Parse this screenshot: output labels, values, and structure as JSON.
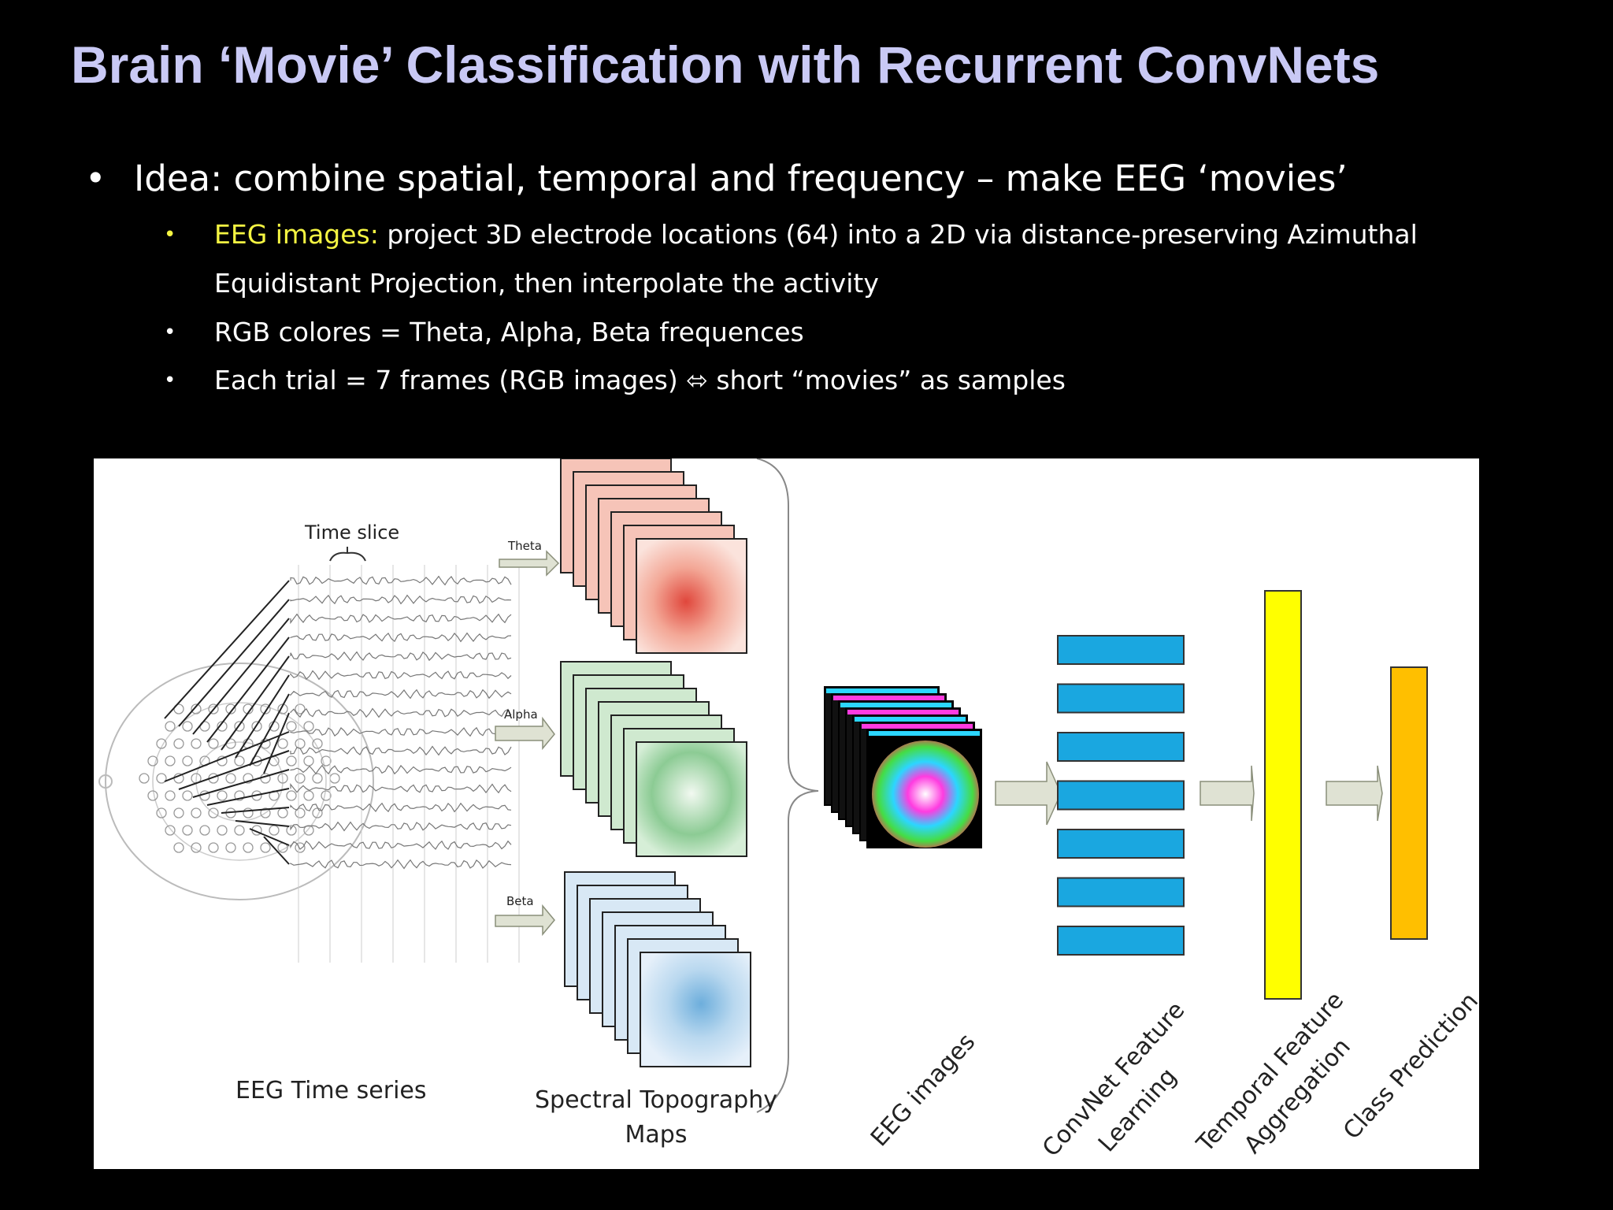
{
  "title": "Brain ‘Movie’ Classification with Recurrent ConvNets",
  "bullets": {
    "main": "Idea: combine spatial, temporal and frequency – make EEG ‘movies’",
    "eeg_images_label": "EEG images:",
    "eeg_images_line1": " project 3D electrode locations (64) into a 2D via distance-preserving  Azimuthal",
    "eeg_images_line2": "Equidistant Projection, then interpolate the activity",
    "rgb": "RGB colores = Theta, Alpha, Beta frequences",
    "trial": "Each trial = 7 frames (RGB images) ⬄ short “movies” as samples",
    "marker": "•"
  },
  "figure": {
    "time_slice": "Time slice",
    "theta": "Theta",
    "alpha": "Alpha",
    "beta": "Beta",
    "eeg_time_series": "EEG Time series",
    "spectral_1": "Spectral Topography",
    "spectral_2": "Maps",
    "eeg_images": "EEG images",
    "convnet_1": "ConvNet Feature",
    "convnet_2": "Learning",
    "temporal_1": "Temporal Feature",
    "temporal_2": "Aggregation",
    "class_prediction": "Class Prediction"
  },
  "colors": {
    "title": "#c9c9f5",
    "highlight": "#f5f542",
    "convnet_block": "#1aa7e0",
    "temporal_bar": "#ffff00",
    "class_bar": "#ffbf00",
    "theta_map": "#d9342b",
    "alpha_map": "#2e9a4a",
    "beta_map": "#5fa3d6"
  }
}
